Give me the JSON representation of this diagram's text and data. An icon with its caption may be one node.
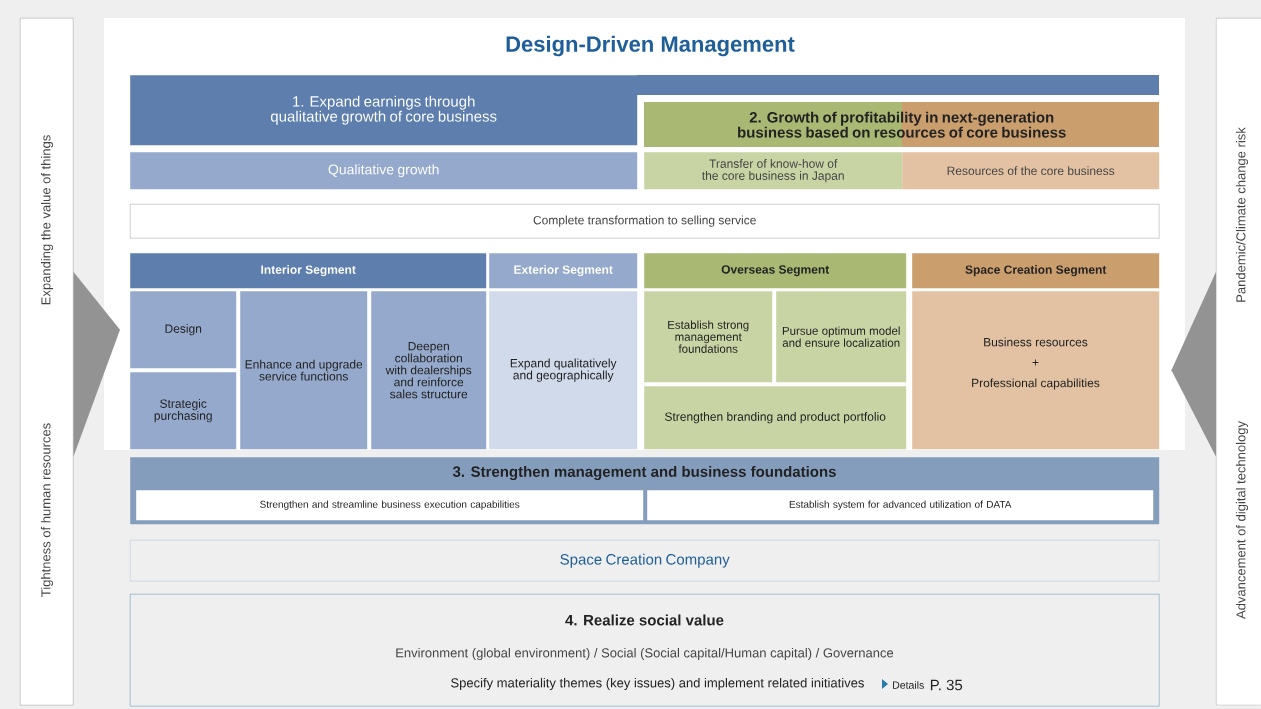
{
  "diagram": {
    "title": "Design-Driven Management",
    "nodes": [
      {
        "text": [
          "1. Expand earnings through qualitative growth of core business"
        ]
      },
      {
        "text": [
          "2. Growth of profitability in next-generation business based on resources of core business"
        ]
      },
      {
        "text": [
          "Qualitative growth"
        ]
      },
      {
        "text": [
          "Transfer of know-how of the core business in Japan"
        ]
      },
      {
        "text": [
          "Resources of the core business"
        ]
      },
      {
        "text": [
          "Complete transformation to selling service"
        ]
      },
      {
        "text": [
          "Interior Segment"
        ]
      },
      {
        "text": [
          "Exterior Segment"
        ]
      },
      {
        "text": [
          "Overseas Segment"
        ]
      },
      {
        "text": [
          "Space Creation Segment"
        ]
      },
      {
        "text": [
          "Design"
        ]
      },
      {
        "text": [
          "Strategic purchasing"
        ]
      },
      {
        "text": [
          "Enhance and upgrade service functions"
        ]
      },
      {
        "text": [
          "Deepen collaboration with dealerships and reinforce sales structure"
        ]
      },
      {
        "text": [
          "Expand qualitatively and geographically"
        ]
      },
      {
        "text": [
          "Establish strong management foundations"
        ]
      },
      {
        "text": [
          "Pursue optimum model and ensure localization"
        ]
      },
      {
        "text": [
          "Strengthen branding and product portfolio"
        ]
      },
      {
        "text": [
          "Business resources",
          "+",
          "Professional capabilities"
        ]
      },
      {
        "text": [
          "3. Strengthen management and business foundations"
        ]
      },
      {
        "text": [
          "Strengthen and streamline business execution capabilities"
        ],
        "in": 19
      },
      {
        "text": [
          "Establish system for advanced utilization of DATA"
        ],
        "in": 19
      },
      {
        "text": [
          "Space Creation Company"
        ]
      },
      {
        "text": [
          "4. Realize social value",
          "Environment (global environment) / Social (Social capital/Human capital) / Governance",
          "Specify materiality themes (key issues) and implement related initiatives",
          "Details",
          "P. 35"
        ]
      },
      {
        "text": [
          "Expanding the value of things",
          "Tightness of human resources"
        ]
      },
      {
        "text": [
          "Pandemic/Climate change risk",
          "Advancement of digital technology"
        ]
      }
    ],
    "edges": [
      {
        "from": 24,
        "to": 10,
        "arrow": "to"
      },
      {
        "from": 25,
        "to": 18,
        "arrow": "to"
      }
    ]
  }
}
